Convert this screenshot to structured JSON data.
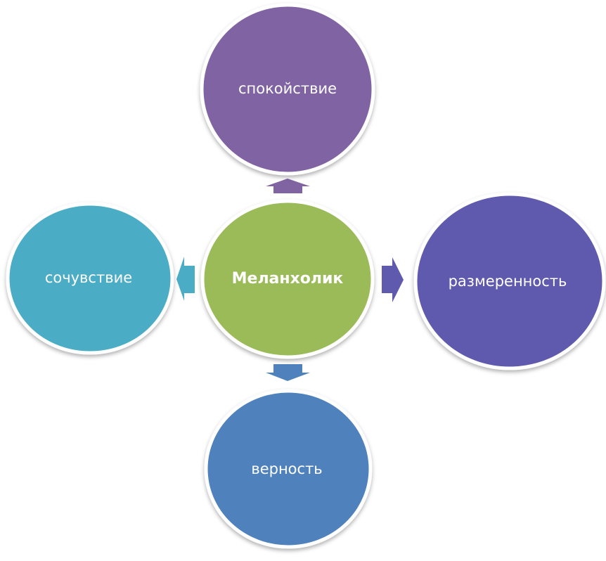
{
  "diagram": {
    "center": {
      "label": "Меланхолик",
      "color": "#9bbb59"
    },
    "top": {
      "label": "спокойствие",
      "color": "#8064a2"
    },
    "left": {
      "label": "сочувствие",
      "color": "#4bacc6"
    },
    "right": {
      "label": "размеренность",
      "color": "#5f5aad"
    },
    "bottom": {
      "label": "верность",
      "color": "#4f81bd"
    }
  }
}
